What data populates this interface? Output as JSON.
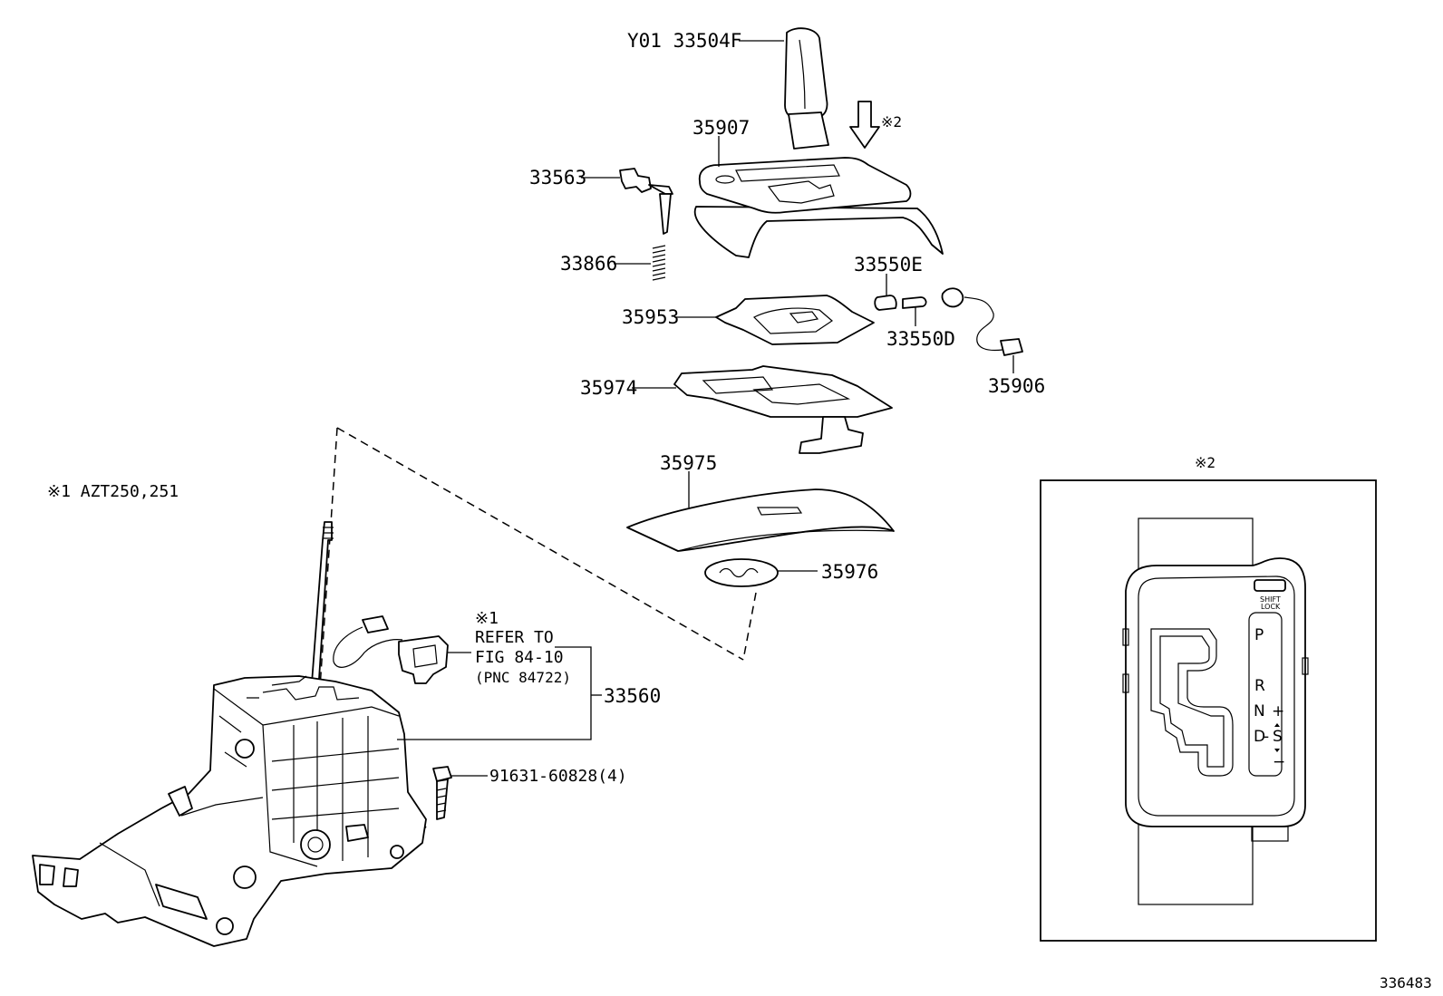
{
  "diagram": {
    "figure_number": "336483",
    "note1_label": "※1 AZT250,251",
    "note2_title": "※2",
    "knob_label": "Y01 33504F",
    "arrow_marker": "※2",
    "parts": {
      "p35907": "35907",
      "p33563": "33563",
      "p33866": "33866",
      "p33550E": "33550E",
      "p33550D": "33550D",
      "p35953": "35953",
      "p35906": "35906",
      "p35974": "35974",
      "p35975": "35975",
      "p35976": "35976",
      "p33560": "33560",
      "bolt": "91631-60828(4)"
    },
    "ref_note": {
      "marker": "※1",
      "line1": "REFER TO",
      "line2": "FIG 84-10",
      "line3": "(PNC 84722)"
    },
    "detail": {
      "button_line1": "SHIFT",
      "button_line2": "LOCK",
      "gears": {
        "p": "P",
        "r": "R",
        "n": "N",
        "d": "D",
        "s": "S",
        "plus": "+",
        "minus": "−",
        "dash": "-"
      }
    }
  }
}
